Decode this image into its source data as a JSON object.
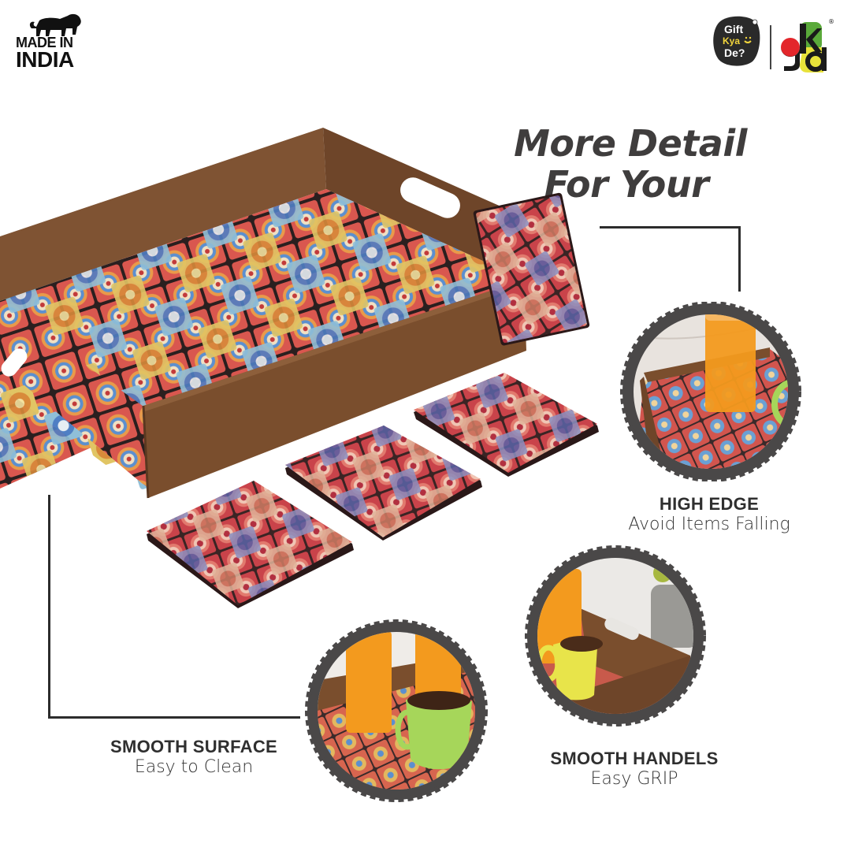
{
  "badges": {
    "made_in_india": {
      "line1": "MADE IN",
      "line2": "INDIA",
      "icon": "lion-icon"
    },
    "brand_logo": {
      "gift_line1": "Gift",
      "gift_line2": "Kya",
      "gift_line3": "De?",
      "registered": "®",
      "gkd_text": "gkd"
    }
  },
  "headline": {
    "line1": "More Detail",
    "line2": "For Your"
  },
  "product": {
    "tray": {
      "description": "Wooden serving tray with mandala tile print base and cut-out handles",
      "wood_color": "#7a4e2d"
    },
    "coasters": {
      "count": 4,
      "description": "Square mandala print coasters"
    }
  },
  "features": [
    {
      "id": "high-edge",
      "title": "HIGH EDGE",
      "subtitle": "Avoid Items Falling"
    },
    {
      "id": "smooth-surface",
      "title": "SMOOTH SURFACE",
      "subtitle": "Easy to Clean"
    },
    {
      "id": "smooth-handles",
      "title": "SMOOTH HANDELS",
      "subtitle": "Easy GRIP"
    }
  ],
  "colors": {
    "text_dark": "#3f3d3d",
    "line": "#2c2c2c",
    "scallop": "#4a4848",
    "wood": "#7a4e2d",
    "tile_red": "#c8474a",
    "tile_blue": "#5c8fcf",
    "tile_gold": "#d8b65a",
    "juice": "#f39a1e",
    "mug_yellow": "#e8e44a",
    "mug_green": "#a6d65a"
  }
}
